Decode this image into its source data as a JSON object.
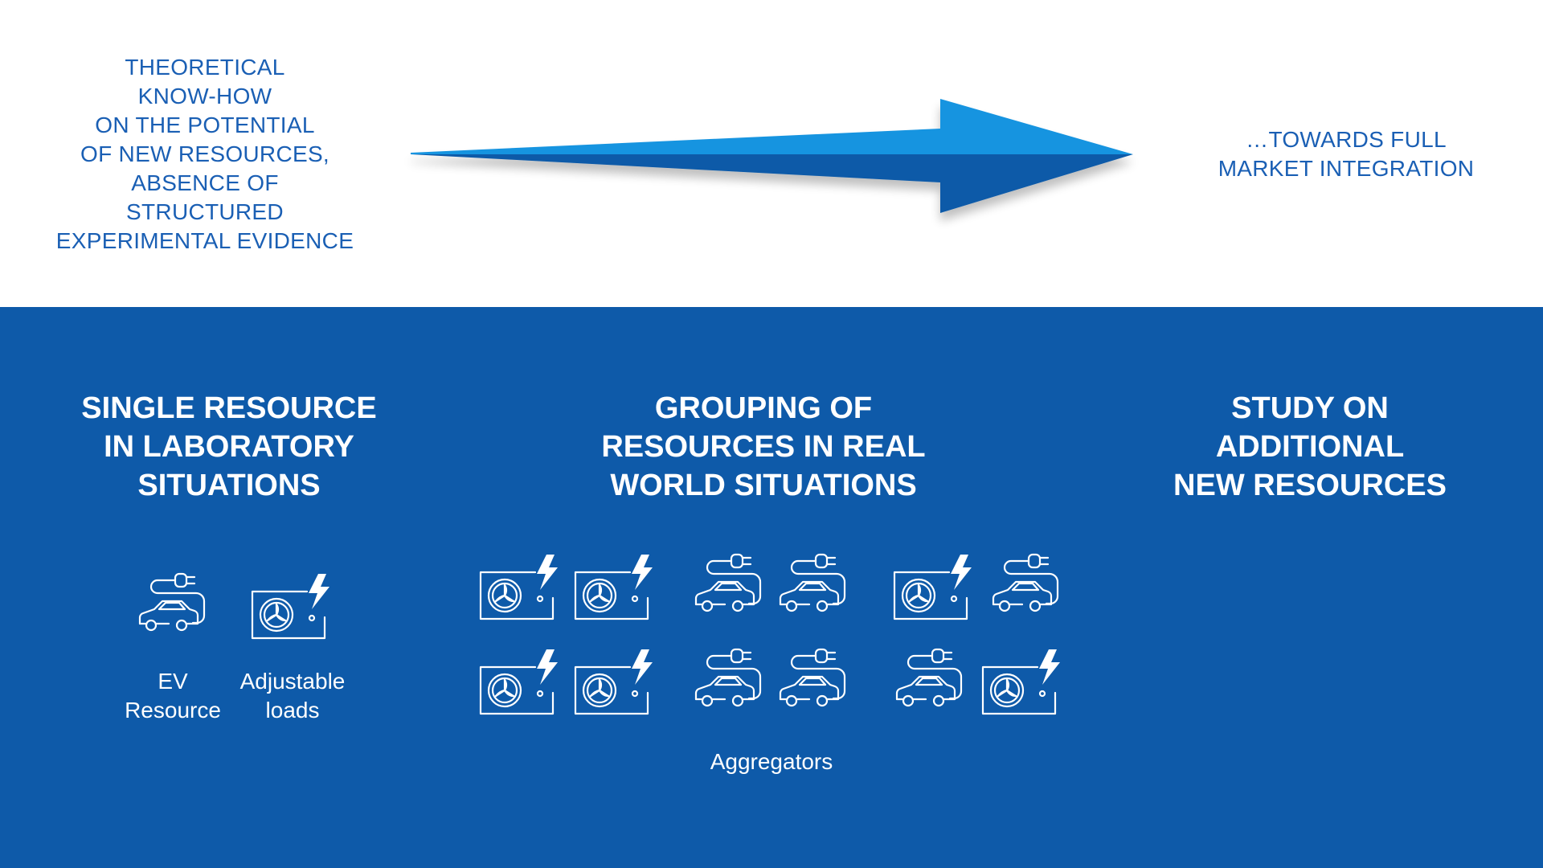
{
  "top": {
    "start_lines": [
      "THEORETICAL",
      "KNOW-HOW",
      "ON THE POTENTIAL",
      "OF NEW RESOURCES,",
      "ABSENCE OF",
      "STRUCTURED",
      "EXPERIMENTAL EVIDENCE"
    ],
    "end_lines": [
      "…TOWARDS FULL",
      "MARKET INTEGRATION"
    ]
  },
  "columns": [
    {
      "title_lines": [
        "SINGLE RESOURCE",
        "IN LABORATORY",
        "SITUATIONS"
      ],
      "captions": {
        "ev": [
          "EV",
          "Resource"
        ],
        "loads": [
          "Adjustable",
          "loads"
        ]
      }
    },
    {
      "title_lines": [
        "GROUPING OF",
        "RESOURCES IN REAL",
        "WORLD SITUATIONS"
      ],
      "caption": "Aggregators"
    },
    {
      "title_lines": [
        "STUDY ON",
        "ADDITIONAL",
        "NEW RESOURCES"
      ]
    }
  ],
  "colors": {
    "text_blue": "#1a5fb4",
    "band_blue": "#0e5aa9",
    "arrow_light": "#1894e0",
    "arrow_dark": "#0b5aa8",
    "icon_white": "#ffffff"
  },
  "icons": {
    "ev": "ev-charging-car-icon",
    "load": "hvac-unit-lightning-icon"
  }
}
